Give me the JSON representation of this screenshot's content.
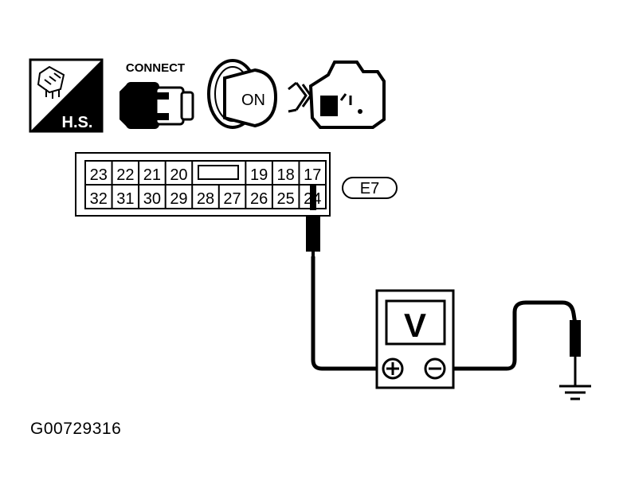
{
  "icons": {
    "hs_label": "H.S.",
    "connect_label": "CONNECT",
    "ignition_label": "ON"
  },
  "connector": {
    "id_label": "E7",
    "top_row": [
      "23",
      "22",
      "21",
      "20",
      "",
      "19",
      "18",
      "17"
    ],
    "bottom_row": [
      "32",
      "31",
      "30",
      "29",
      "28",
      "27",
      "26",
      "25",
      "24"
    ]
  },
  "voltmeter": {
    "display_label": "V",
    "plus_symbol": "⊕",
    "minus_symbol": "⊖"
  },
  "figure_id": "G00729316"
}
